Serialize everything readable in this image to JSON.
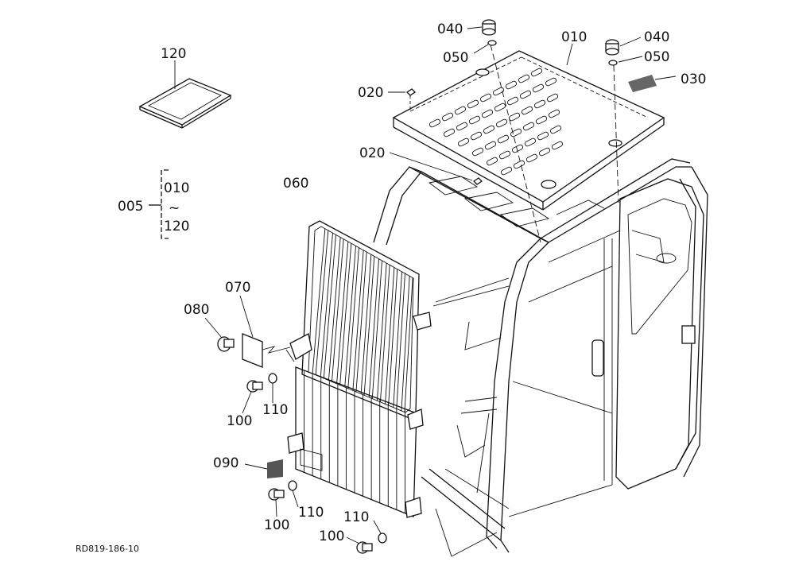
{
  "labels": {
    "p120_top": "120",
    "p005": "005",
    "p010_range": "010",
    "tilde": "~",
    "p120_range": "120",
    "p060": "060",
    "p070": "070",
    "p080": "080",
    "p100_a": "100",
    "p110_a": "110",
    "p090": "090",
    "p110_b": "110",
    "p100_b": "100",
    "p110_c": "110",
    "p100_c": "100",
    "p040_left": "040",
    "p050_left": "050",
    "p010_roof": "010",
    "p040_right": "040",
    "p050_right": "050",
    "p030": "030",
    "p020_top": "020",
    "p020_mid": "020"
  },
  "reference": "RD819-186-10"
}
